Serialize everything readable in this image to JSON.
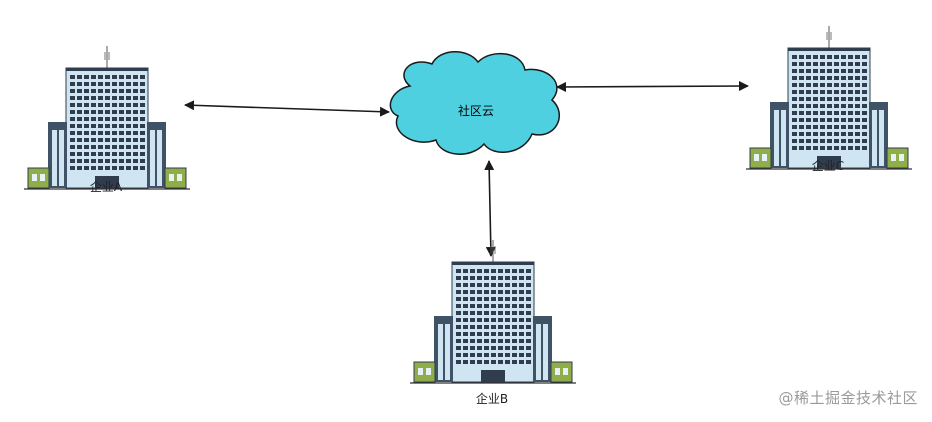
{
  "cloud": {
    "label": "社区云",
    "fill": "#4fd0e0",
    "stroke": "#1a1a1a"
  },
  "buildings": [
    {
      "id": "a",
      "label": "企业A"
    },
    {
      "id": "b",
      "label": "企业B"
    },
    {
      "id": "c",
      "label": "企业C"
    }
  ],
  "colors": {
    "tower_glass": "#cfe6f2",
    "tower_window": "#2f3d4f",
    "side_wing": "#3f5266",
    "annex": "#8fae4a",
    "ground": "#333333",
    "arrow": "#1a1a1a"
  },
  "watermark": "@稀土掘金技术社区"
}
